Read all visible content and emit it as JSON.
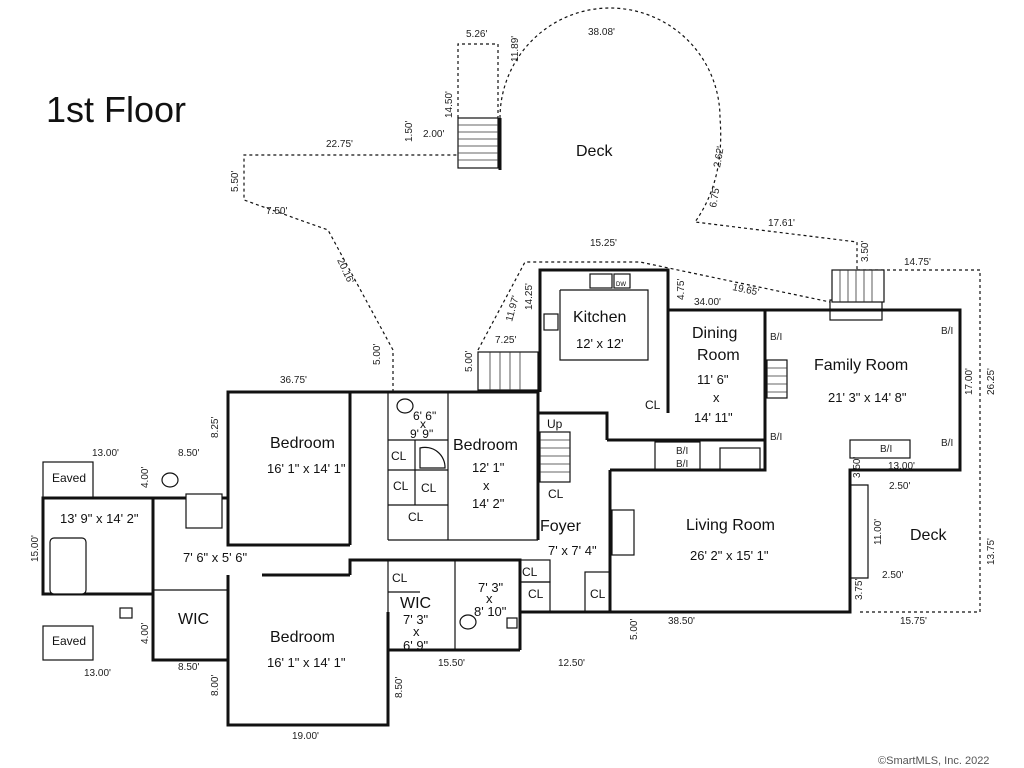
{
  "floor_title": "1st Floor",
  "rooms": {
    "deck_top": {
      "label": "Deck"
    },
    "kitchen": {
      "label": "Kitchen",
      "size": "12' x 12'"
    },
    "dining": {
      "label1": "Dining",
      "label2": "Room",
      "size1": "11' 6\"",
      "x": "x",
      "size2": "14' 11\""
    },
    "family": {
      "label": "Family Room",
      "size": "21' 3\" x 14' 8\""
    },
    "bedroom1": {
      "label": "Bedroom",
      "size": "16' 1\" x 14' 1\""
    },
    "bedroom2": {
      "label": "Bedroom",
      "size1": "12' 1\"",
      "x": "x",
      "size2": "14' 2\""
    },
    "bedroom3": {
      "label": "Bedroom",
      "size": "16' 1\" x 14' 1\""
    },
    "bath_left": {
      "size": "13' 9\" x 14' 2\""
    },
    "hall": {
      "size": "7' 6\" x 5' 6\""
    },
    "wic_left": {
      "label": "WIC"
    },
    "wic_mid": {
      "label": "WIC",
      "size1": "7' 3\"",
      "x": "x",
      "size2": "6' 9\""
    },
    "bath_mid": {
      "size1": "7' 3\"",
      "x": "x",
      "size2": "8' 10\""
    },
    "bath_small": {
      "size1": "6' 6\"",
      "x": "x",
      "size2": "9' 9\""
    },
    "foyer": {
      "label": "Foyer",
      "size": "7' x 7' 4\""
    },
    "living": {
      "label": "Living Room",
      "size": "26' 2\" x 15' 1\""
    },
    "deck_right": {
      "label": "Deck"
    },
    "eaved_top": {
      "label": "Eaved"
    },
    "eaved_bottom": {
      "label": "Eaved"
    }
  },
  "closet_label": "CL",
  "bi_label": "B/I",
  "up_label": "Up",
  "dw_label": "DW",
  "measurements": {
    "m526": "5.26'",
    "m1189": "11.89'",
    "m3808": "38.08'",
    "m1450": "14.50'",
    "m150": "1.50'",
    "m200": "2.00'",
    "m2275": "22.75'",
    "m550": "5.50'",
    "m750": "7.50'",
    "m2016": "20.16'",
    "m500a": "5.00'",
    "m262": "2.62'",
    "m675": "6.75'",
    "m1761": "17.61'",
    "m1525": "15.25'",
    "m350a": "3.50'",
    "m1475": "14.75'",
    "m1197": "11.97'",
    "m1425": "14.25'",
    "m475": "4.75'",
    "m3400": "34.00'",
    "m1965": "19.65'",
    "m725": "7.25'",
    "m500b": "5.00'",
    "m3675": "36.75'",
    "m825": "8.25'",
    "m1700": "17.00'",
    "m2625": "26.25'",
    "m1300a": "13.00'",
    "m850a": "8.50'",
    "m400a": "4.00'",
    "m350b": "3.50'",
    "m1300b": "13.00'",
    "m250a": "2.50'",
    "m1500": "15.00'",
    "m1100": "11.00'",
    "m250b": "2.50'",
    "m1375": "13.75'",
    "m375": "3.75'",
    "m400b": "4.00'",
    "m3850": "38.50'",
    "m1575": "15.75'",
    "m500c": "5.00'",
    "m850b": "8.50'",
    "m1550": "15.50'",
    "m1250": "12.50'",
    "m1300c": "13.00'",
    "m800": "8.00'",
    "m850c": "8.50'",
    "m1900": "19.00'"
  },
  "copyright": "©SmartMLS, Inc.  2022"
}
